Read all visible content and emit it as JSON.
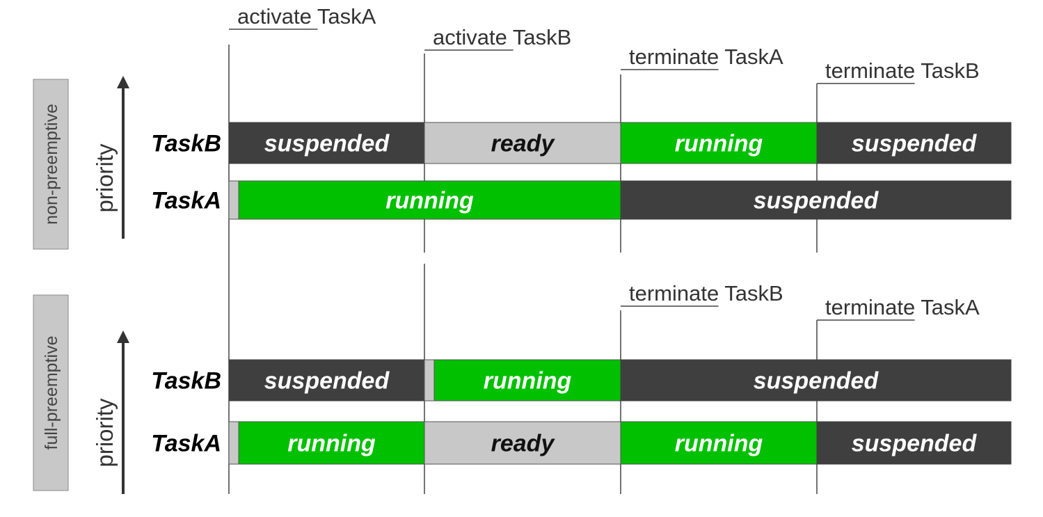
{
  "colors": {
    "suspended": "#3f3f3f",
    "ready": "#c8c8c8",
    "running": "#00c000",
    "text_on_dark": "#ffffff",
    "text_on_light": "#111111"
  },
  "sections": [
    {
      "label": "non-preemptive",
      "axis_label": "priority",
      "tasks": [
        {
          "name": "TaskB",
          "segments": [
            {
              "state": "suspended",
              "label": "suspended",
              "start": 0,
              "end": 1
            },
            {
              "state": "ready",
              "label": "ready",
              "start": 1,
              "end": 2
            },
            {
              "state": "running",
              "label": "running",
              "start": 2,
              "end": 3
            },
            {
              "state": "suspended",
              "label": "suspended",
              "start": 3,
              "end": 4
            }
          ]
        },
        {
          "name": "TaskA",
          "segments": [
            {
              "state": "ready",
              "label": "",
              "start": 0,
              "end": 0.05
            },
            {
              "state": "running",
              "label": "running",
              "start": 0.05,
              "end": 2
            },
            {
              "state": "suspended",
              "label": "suspended",
              "start": 2,
              "end": 4
            }
          ]
        }
      ],
      "events": [
        {
          "label": "activate TaskA",
          "time": 0
        },
        {
          "label": "activate TaskB",
          "time": 1
        },
        {
          "label": "terminate TaskA",
          "time": 2
        },
        {
          "label": "terminate TaskB",
          "time": 3
        }
      ]
    },
    {
      "label": "full-preemptive",
      "axis_label": "priority",
      "tasks": [
        {
          "name": "TaskB",
          "segments": [
            {
              "state": "suspended",
              "label": "suspended",
              "start": 0,
              "end": 1
            },
            {
              "state": "ready",
              "label": "",
              "start": 1,
              "end": 1.05
            },
            {
              "state": "running",
              "label": "running",
              "start": 1.05,
              "end": 2
            },
            {
              "state": "suspended",
              "label": "suspended",
              "start": 2,
              "end": 4
            }
          ]
        },
        {
          "name": "TaskA",
          "segments": [
            {
              "state": "ready",
              "label": "",
              "start": 0,
              "end": 0.05
            },
            {
              "state": "running",
              "label": "running",
              "start": 0.05,
              "end": 1
            },
            {
              "state": "ready",
              "label": "ready",
              "start": 1,
              "end": 2
            },
            {
              "state": "running",
              "label": "running",
              "start": 2,
              "end": 3
            },
            {
              "state": "suspended",
              "label": "suspended",
              "start": 3,
              "end": 4
            }
          ]
        }
      ],
      "events": [
        {
          "label": "terminate TaskB",
          "time": 2
        },
        {
          "label": "terminate TaskA",
          "time": 3
        }
      ]
    }
  ]
}
